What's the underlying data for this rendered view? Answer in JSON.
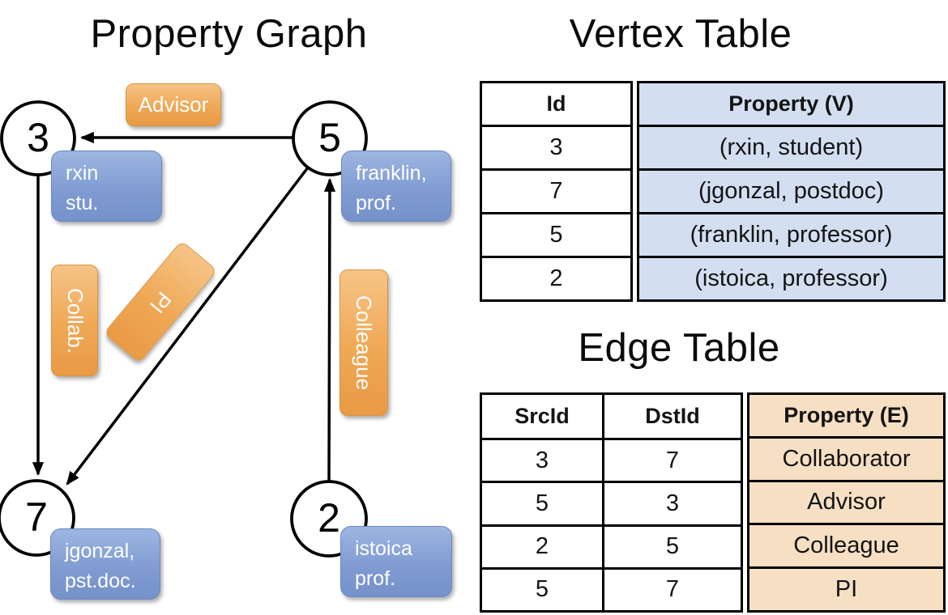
{
  "graph": {
    "title": "Property Graph",
    "vertices": [
      {
        "id": "3",
        "attr1": "rxin",
        "attr2": "stu."
      },
      {
        "id": "5",
        "attr1": "franklin,",
        "attr2": "prof."
      },
      {
        "id": "7",
        "attr1": "jgonzal,",
        "attr2": "pst.doc."
      },
      {
        "id": "2",
        "attr1": "istoica",
        "attr2": "prof."
      }
    ],
    "edge_labels": {
      "advisor": "Advisor",
      "collab": "Collab.",
      "pi": "PI",
      "colleague": "Colleague"
    }
  },
  "vertex_table": {
    "title": "Vertex Table",
    "col_id": "Id",
    "col_property": "Property (V)",
    "rows": [
      {
        "id": "3",
        "property": "(rxin, student)"
      },
      {
        "id": "7",
        "property": "(jgonzal, postdoc)"
      },
      {
        "id": "5",
        "property": "(franklin, professor)"
      },
      {
        "id": "2",
        "property": "(istoica, professor)"
      }
    ]
  },
  "edge_table": {
    "title": "Edge Table",
    "col_src": "SrcId",
    "col_dst": "DstId",
    "col_property": "Property (E)",
    "rows": [
      {
        "src": "3",
        "dst": "7",
        "property": "Collaborator"
      },
      {
        "src": "5",
        "dst": "3",
        "property": "Advisor"
      },
      {
        "src": "2",
        "dst": "5",
        "property": "Colleague"
      },
      {
        "src": "5",
        "dst": "7",
        "property": "PI"
      }
    ]
  },
  "colors": {
    "edge_label_orange": "#EFA855",
    "vertex_attr_blue": "#7E9AD1",
    "vertex_table_fill": "#D3DEF1",
    "edge_table_fill": "#F6DFC3",
    "line_black": "#000000"
  }
}
